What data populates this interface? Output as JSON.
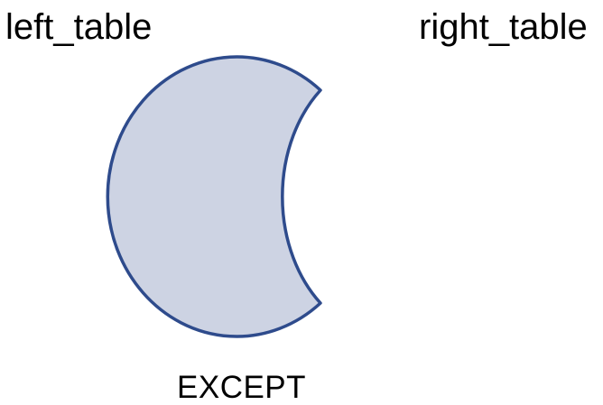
{
  "labels": {
    "left": "left_table",
    "right": "right_table",
    "operation": "EXCEPT"
  },
  "colors": {
    "fill": "#cdd3e3",
    "stroke": "#2e4b8c",
    "text": "#000000",
    "background": "#ffffff"
  }
}
